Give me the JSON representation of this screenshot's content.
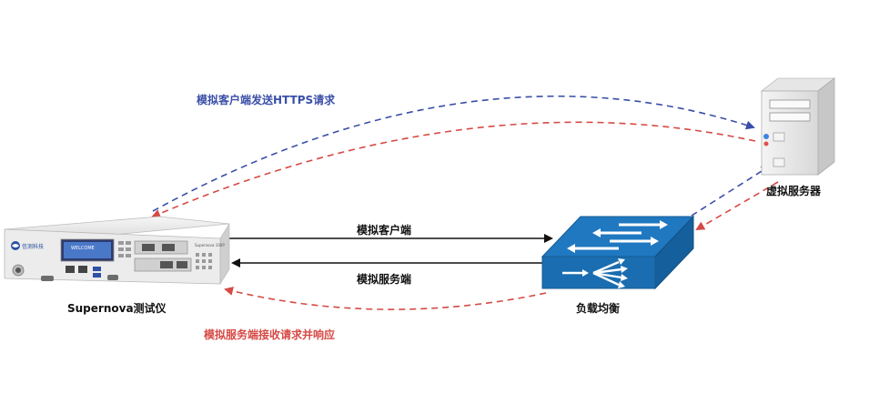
{
  "labels": {
    "client_request": "模拟客户端发送HTTPS请求",
    "server_response": "模拟服务端接收请求并响应",
    "virtual_server": "虚拟服务器",
    "tester": "Supernova测试仪",
    "load_balancer": "负载均衡",
    "sim_client": "模拟客户端",
    "sim_server": "模拟服务端"
  },
  "device": {
    "brand": "信测科技",
    "screen_text": "WELCOME",
    "model_text": "Supernova 100P"
  },
  "colors": {
    "request_line": "#3a4fa8",
    "response_line": "#d64a45",
    "switch_blue": "#1f78c0"
  }
}
